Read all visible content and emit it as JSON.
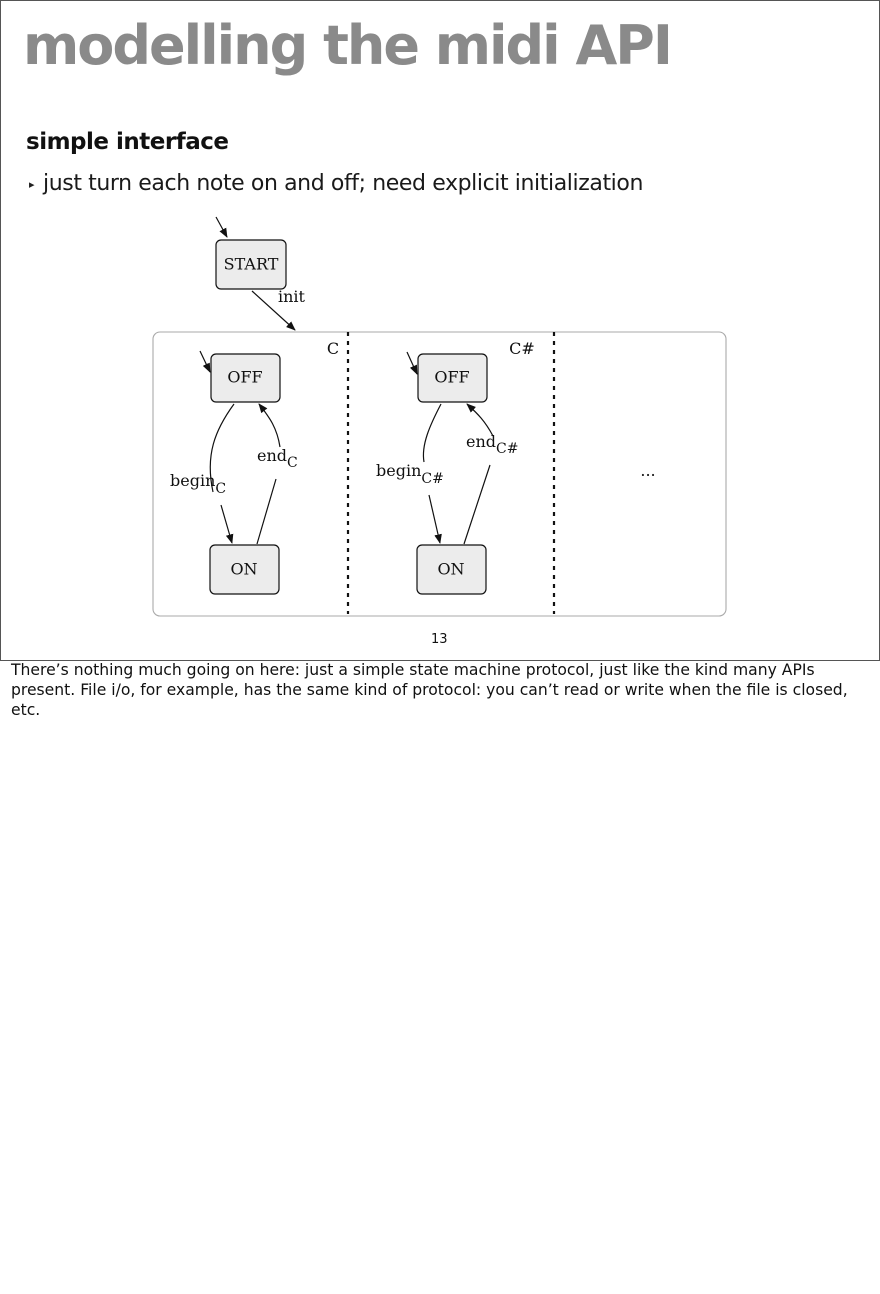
{
  "slide": {
    "title": "modelling the midi API",
    "subheading": "simple interface",
    "bullet": "just turn each note on and off; need explicit initialization",
    "page_number": "13"
  },
  "diagram": {
    "start_state": "START",
    "init_label": "init",
    "region_c": {
      "name": "C",
      "off_state": "OFF",
      "on_state": "ON",
      "begin": "begin",
      "begin_sub": "C",
      "end": "end",
      "end_sub": "C"
    },
    "region_csharp": {
      "name": "C#",
      "off_state": "OFF",
      "on_state": "ON",
      "begin": "begin",
      "begin_sub": "C#",
      "end": "end",
      "end_sub": "C#"
    },
    "ellipsis": "..."
  },
  "notes": "There’s nothing much going on here: just a simple state machine protocol, just like the kind many APIs present. File i/o, for example, has the same kind of protocol: you can’t read or write when the file is closed, etc."
}
